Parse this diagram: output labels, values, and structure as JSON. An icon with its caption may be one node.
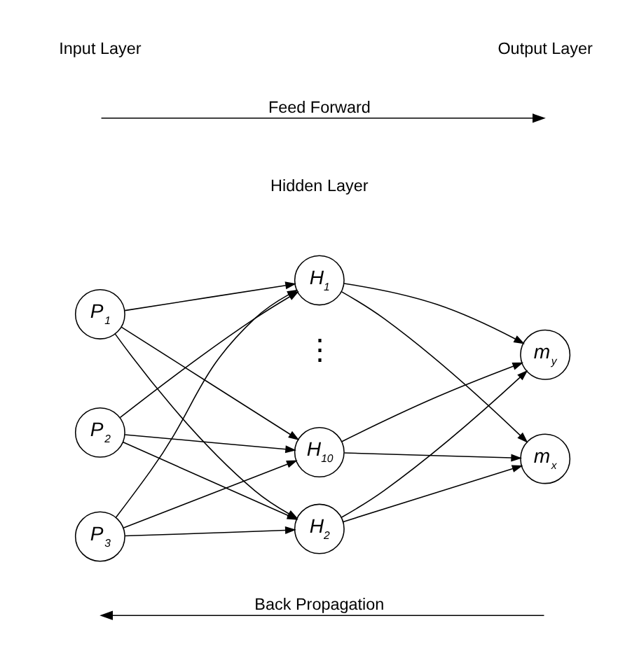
{
  "diagram": {
    "nodes": [
      {
        "text": [
          "P$_{1}$"
        ]
      },
      {
        "text": [
          "P$_{2}$"
        ]
      },
      {
        "text": [
          "P$_{3}$"
        ]
      },
      {
        "text": [
          "H$_{1}$"
        ]
      },
      {
        "text": [
          "H$_{2}$"
        ]
      },
      {
        "text": [
          "H$_{10}$"
        ]
      },
      {
        "text": [
          "m$_{x}$"
        ]
      },
      {
        "text": [
          "m$_{y}$"
        ]
      }
    ],
    "edges": [
      {
        "from": 0,
        "to": 3,
        "arrow": "to"
      },
      {
        "from": 0,
        "to": 4,
        "arrow": "to"
      },
      {
        "from": 0,
        "to": 5,
        "arrow": "to"
      },
      {
        "from": 1,
        "to": 3,
        "arrow": "to"
      },
      {
        "from": 1,
        "to": 4,
        "arrow": "to"
      },
      {
        "from": 1,
        "to": 5,
        "arrow": "to"
      },
      {
        "from": 2,
        "to": 3,
        "arrow": "to"
      },
      {
        "from": 2,
        "to": 4,
        "arrow": "to"
      },
      {
        "from": 2,
        "to": 5,
        "arrow": "to"
      },
      {
        "from": 3,
        "to": 6,
        "arrow": "to"
      },
      {
        "from": 3,
        "to": 7,
        "arrow": "to"
      },
      {
        "from": 4,
        "to": 6,
        "arrow": "to"
      },
      {
        "from": 4,
        "to": 7,
        "arrow": "to"
      },
      {
        "from": 5,
        "to": 6,
        "arrow": "to"
      },
      {
        "from": 5,
        "to": 7,
        "arrow": "to"
      }
    ],
    "labels": [
      "Feed Forward",
      "Input Layer",
      "Hidden Layer",
      "Output Layer",
      "⋮",
      "Back Propagation"
    ]
  }
}
